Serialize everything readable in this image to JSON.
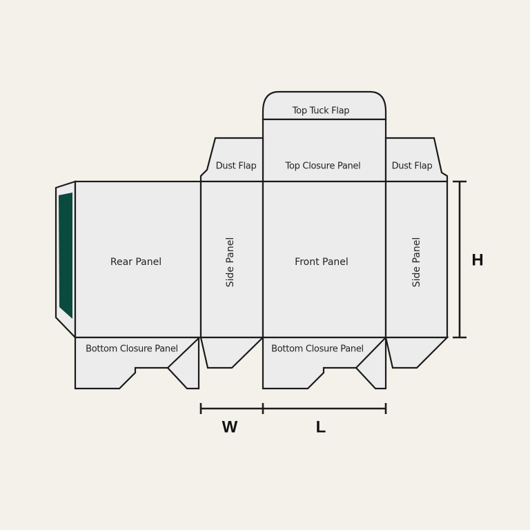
{
  "labels": {
    "top_tuck_flap": "Top Tuck Flap",
    "top_closure_panel": "Top Closure Panel",
    "dust_flap_left": "Dust Flap",
    "dust_flap_right": "Dust Flap",
    "rear_panel": "Rear Panel",
    "side_panel_left": "Side Panel",
    "front_panel": "Front Panel",
    "side_panel_right": "Side Panel",
    "bottom_closure_rear": "Bottom Closure Panel",
    "bottom_closure_front": "Bottom Closure Panel"
  },
  "dimensions": {
    "height": "H",
    "width": "W",
    "length": "L"
  },
  "colors": {
    "glue_flap": "#0b4a3e",
    "panel": "#ebeceb",
    "background": "#f3f1ea"
  }
}
